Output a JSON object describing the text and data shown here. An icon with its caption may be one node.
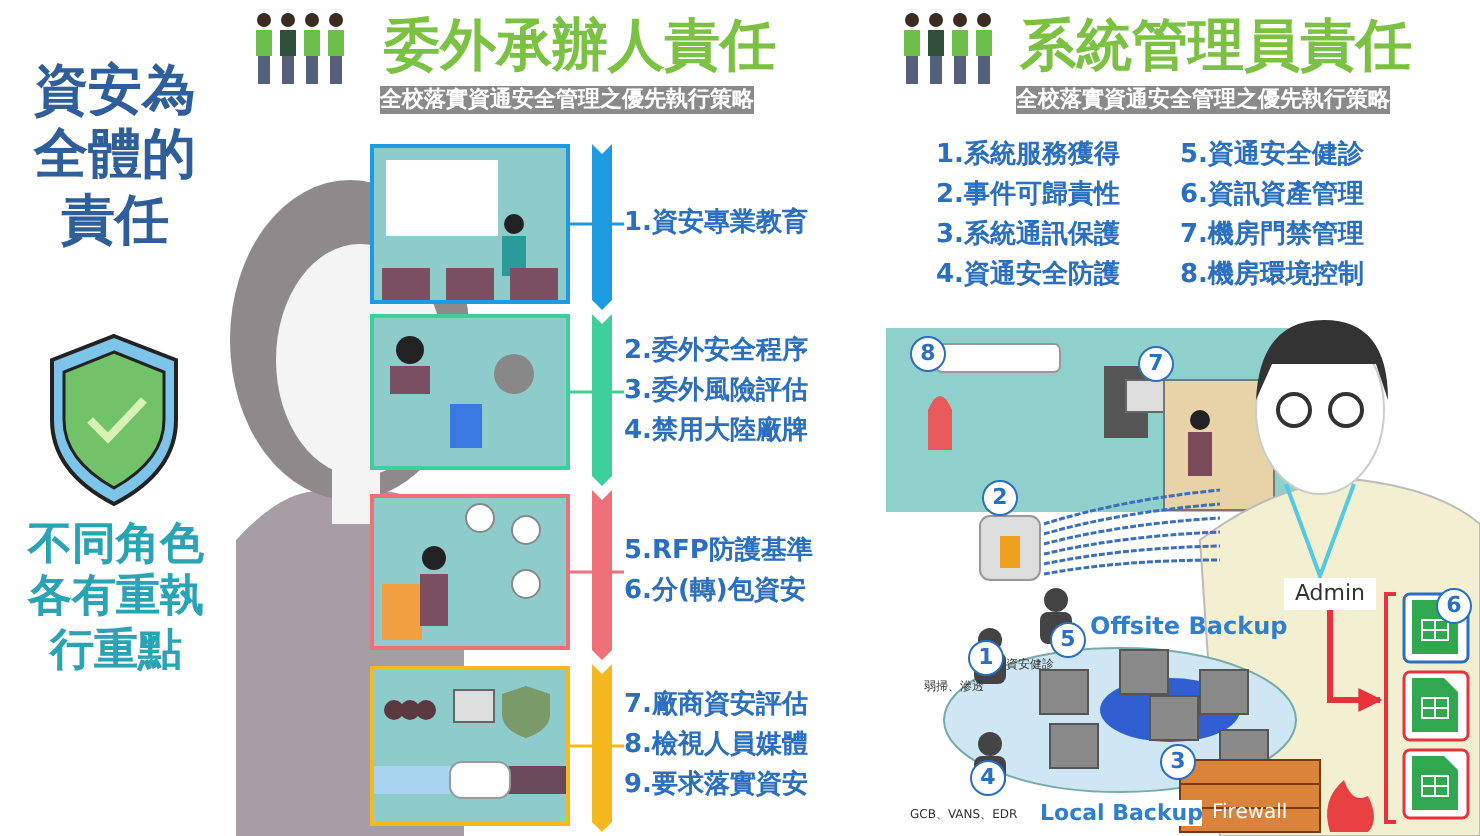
{
  "diagram": {
    "nodes": [
      {
        "text": [],
        "shape": "picture"
      },
      {
        "text": [
          "1.資安專業教育"
        ]
      },
      {
        "text": [],
        "shape": "picture"
      },
      {
        "text": [
          "2.委外安全程序",
          "3.委外風險評估",
          "4.禁用大陸廠牌"
        ]
      },
      {
        "text": [],
        "shape": "picture"
      },
      {
        "text": [
          "5.RFP防護基準",
          "6.分(轉)包資安"
        ]
      },
      {
        "text": [],
        "shape": "picture"
      },
      {
        "text": [
          "7.廠商資安評估",
          "8.檢視人員媒體",
          "9.要求落實資安"
        ]
      },
      {
        "text": [
          "Admin"
        ]
      },
      {
        "text": [],
        "shape": "picture"
      }
    ],
    "edges": [
      {
        "from": 0,
        "to": 1,
        "arrow": "none",
        "color": "#1e9be0"
      },
      {
        "from": 2,
        "to": 3,
        "arrow": "none",
        "color": "#3ecf9a"
      },
      {
        "from": 4,
        "to": 5,
        "arrow": "none",
        "color": "#f0707a"
      },
      {
        "from": 6,
        "to": 7,
        "arrow": "none",
        "color": "#f5b820"
      },
      {
        "from": 8,
        "to": 9,
        "arrow": "to",
        "color": "#e8323c",
        "style": "thick"
      }
    ],
    "labels": [
      "資安為全體的責任",
      "不同角色各有重執行重點",
      "委外承辦人責任",
      "全校落實資通安全管理之優先執行策略",
      "系統管理員責任",
      "全校落實資通安全管理之優先執行策略",
      "1.系統服務獲得",
      "5.資通安全健診",
      "2.事件可歸責性",
      "6.資訊資產管理",
      "3.系統通訊保護",
      "7.機房門禁管理",
      "4.資通安全防護",
      "8.機房環境控制",
      "8",
      "7",
      "2",
      "Offsite Backup",
      "5",
      "資安健診",
      "1",
      "弱掃、滲透",
      "6",
      "4",
      "3",
      "GCB、VANS、EDR",
      "Local Backup",
      "Firewall"
    ]
  }
}
